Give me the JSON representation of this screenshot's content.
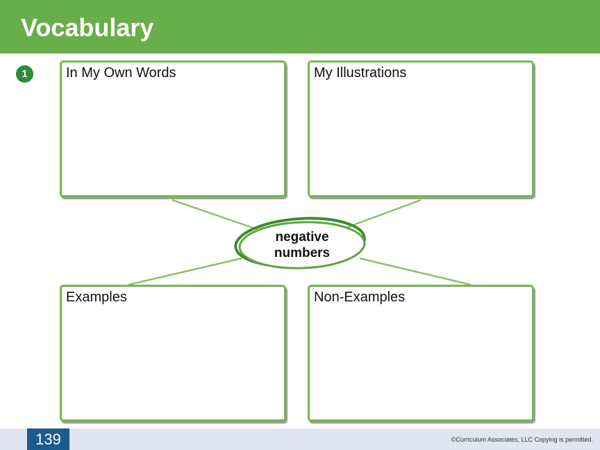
{
  "header": {
    "title": "Vocabulary"
  },
  "step_number": "1",
  "boxes": {
    "own_words": "In My Own Words",
    "illustrations": "My Illustrations",
    "examples": "Examples",
    "non_examples": "Non-Examples"
  },
  "center_word": {
    "line1": "negative",
    "line2": "numbers"
  },
  "footer": {
    "page_number": "139",
    "copyright": "©Curriculum Associates, LLC    Copying is permitted."
  },
  "colors": {
    "header_green": "#68ae4a",
    "box_border": "#74b54f",
    "page_badge": "#1d5a8f",
    "footer_band": "#dfe6f2"
  }
}
